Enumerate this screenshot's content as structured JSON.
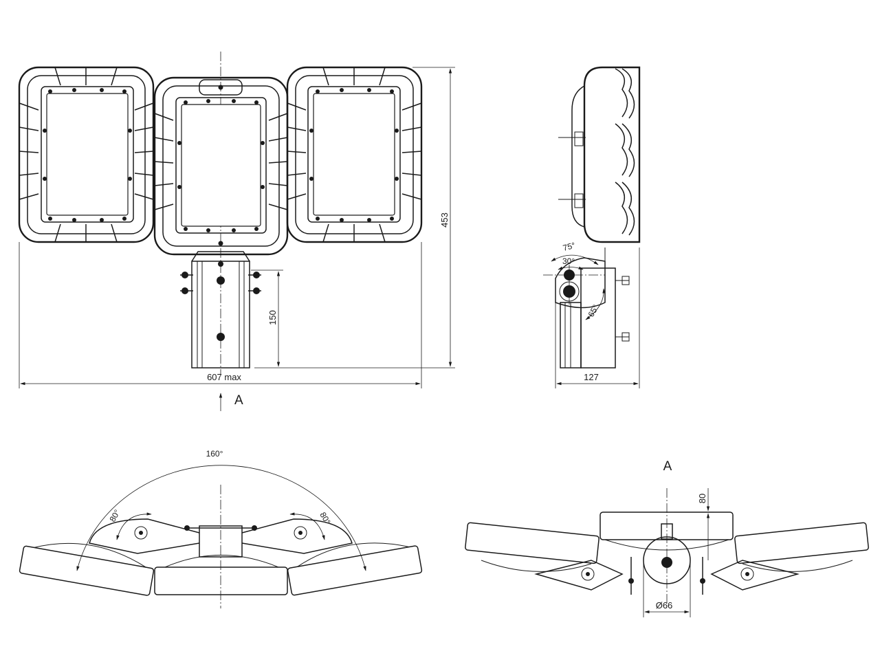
{
  "views": {
    "front": {
      "height_label": "453",
      "bracket_height_label": "150",
      "width_label": "607 max",
      "section_marker": "A"
    },
    "side": {
      "depth_label": "127",
      "angle_75": "75°",
      "angle_30": "30°",
      "angle_65": "65°"
    },
    "top": {
      "spread_angle": "160°",
      "left_tilt": "80°",
      "right_tilt": "80°"
    },
    "view_a": {
      "title": "A",
      "offset_label": "80",
      "pipe_diameter": "Ø66"
    }
  }
}
